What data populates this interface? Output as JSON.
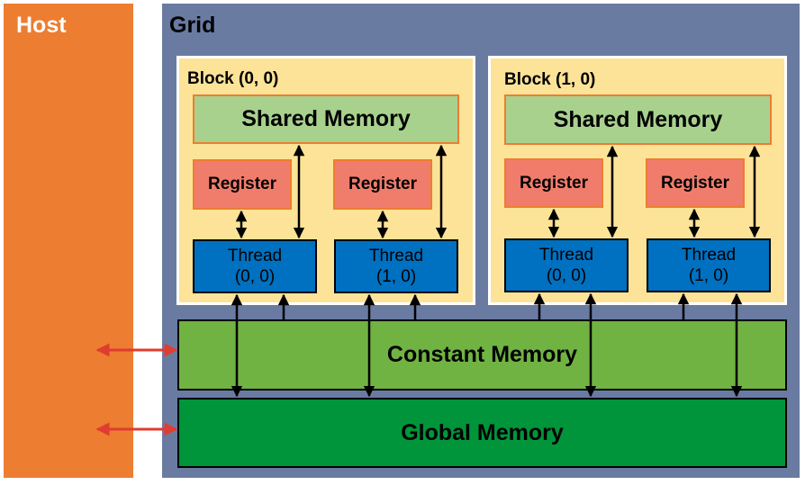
{
  "host": {
    "label": "Host",
    "color": "#ED7D31"
  },
  "grid": {
    "label": "Grid",
    "color": "#6A7BA2"
  },
  "blocks": [
    {
      "label": "Block (0, 0)",
      "shared_memory": "Shared Memory",
      "registers": [
        "Register",
        "Register"
      ],
      "threads": [
        {
          "line1": "Thread",
          "line2": "(0, 0)"
        },
        {
          "line1": "Thread",
          "line2": "(1, 0)"
        }
      ]
    },
    {
      "label": "Block (1, 0)",
      "shared_memory": "Shared Memory",
      "registers": [
        "Register",
        "Register"
      ],
      "threads": [
        {
          "line1": "Thread",
          "line2": "(0, 0)"
        },
        {
          "line1": "Thread",
          "line2": "(1, 0)"
        }
      ]
    }
  ],
  "constant_memory": "Constant Memory",
  "global_memory": "Global Memory",
  "colors": {
    "block_fill": "#FCE398",
    "shared_fill": "#A9D18E",
    "register_fill": "#F07C6C",
    "thread_fill": "#0070C0",
    "constant_fill": "#70B342",
    "global_fill": "#00953A",
    "host_arrow": "#E03C31"
  }
}
